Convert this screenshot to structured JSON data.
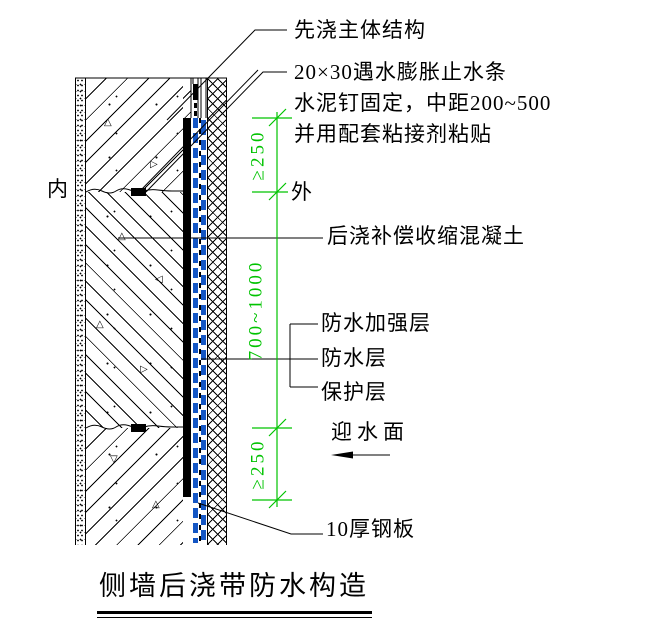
{
  "drawing": {
    "title": "侧墙后浇带防水构造",
    "orientation": {
      "inner": "内",
      "outer": "外"
    },
    "callouts": {
      "first_pour_structure": "先浇主体结构",
      "waterstop_strip": "20×30遇水膨胀止水条",
      "waterstop_fixing": "水泥钉固定，中距200~500",
      "waterstop_adhesive": "并用配套粘接剂粘贴",
      "post_pour_concrete": "后浇补偿收缩混凝土",
      "waterproof_reinforcement_layer": "防水加强层",
      "waterproof_layer": "防水层",
      "protection_layer": "保护层",
      "water_facing_side": "迎水面",
      "steel_plate": "10厚钢板"
    },
    "dimensions": {
      "top_offset": "≥250",
      "band_width": "700~1000",
      "bottom_offset": "≥250"
    },
    "colors": {
      "dimension_green": "#00C300",
      "membrane_blue": "#1456C4",
      "line_black": "#000000"
    }
  }
}
